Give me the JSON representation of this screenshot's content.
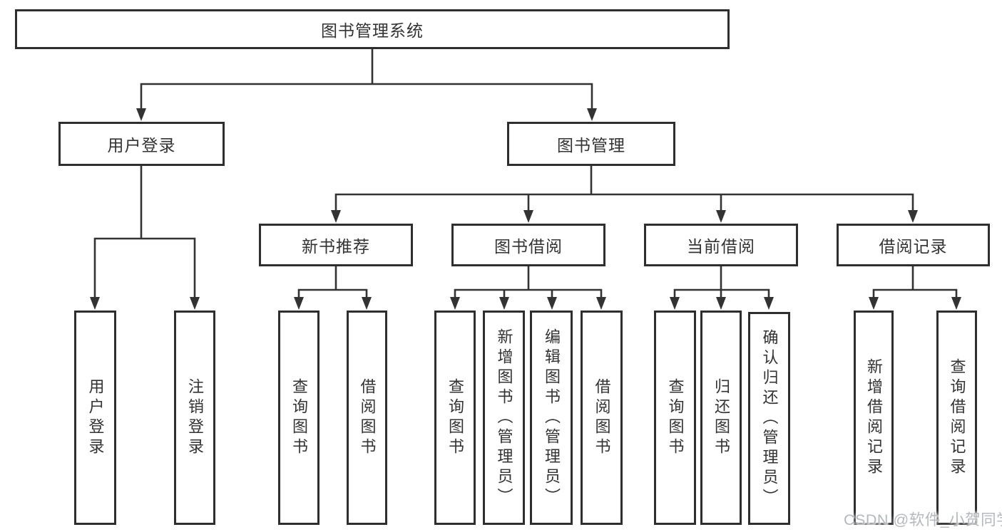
{
  "colors": {
    "line_color": "#333333",
    "border_color": "#2e2e2e",
    "text_color": "#333333",
    "bg_color": "#ffffff",
    "watermark_color": "#b4b8bf"
  },
  "tree": {
    "root": {
      "label": "图书管理系统"
    },
    "children": [
      {
        "label": "用户登录",
        "children": [
          {
            "label": "用户登录"
          },
          {
            "label": "注销登录"
          }
        ]
      },
      {
        "label": "图书管理",
        "children": [
          {
            "label": "新书推荐",
            "children": [
              {
                "label": "查询图书"
              },
              {
                "label": "借阅图书"
              }
            ]
          },
          {
            "label": "图书借阅",
            "children": [
              {
                "label": "查询图书"
              },
              {
                "label": "新增图书（管理员）"
              },
              {
                "label": "编辑图书（管理员）"
              },
              {
                "label": "借阅图书"
              }
            ]
          },
          {
            "label": "当前借阅",
            "children": [
              {
                "label": "查询图书"
              },
              {
                "label": "归还图书"
              },
              {
                "label": "确认归还（管理员）"
              }
            ]
          },
          {
            "label": "借阅记录",
            "children": [
              {
                "label": "新增借阅记录"
              },
              {
                "label": "查询借阅记录"
              }
            ]
          }
        ]
      }
    ]
  },
  "watermark": {
    "text": "CSDN @软件_小贺同学"
  }
}
